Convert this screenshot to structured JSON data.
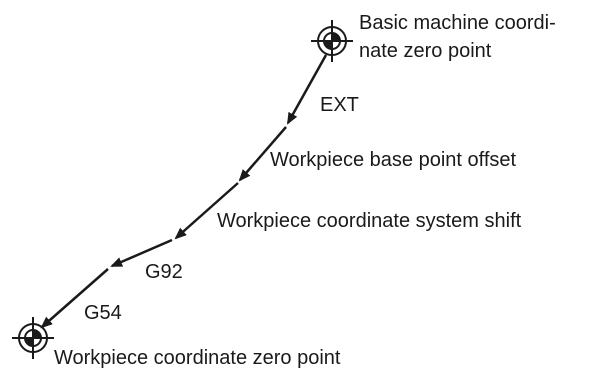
{
  "origin": {
    "label_line1": "Basic machine coordi-",
    "label_line2": "nate zero point"
  },
  "workpiece_origin": {
    "label": "Workpiece coordinate zero point"
  },
  "steps": [
    {
      "label": "EXT"
    },
    {
      "label": "Workpiece base point offset"
    },
    {
      "label": "Workpiece coordinate system shift"
    },
    {
      "label": "G92"
    },
    {
      "label": "G54"
    }
  ]
}
